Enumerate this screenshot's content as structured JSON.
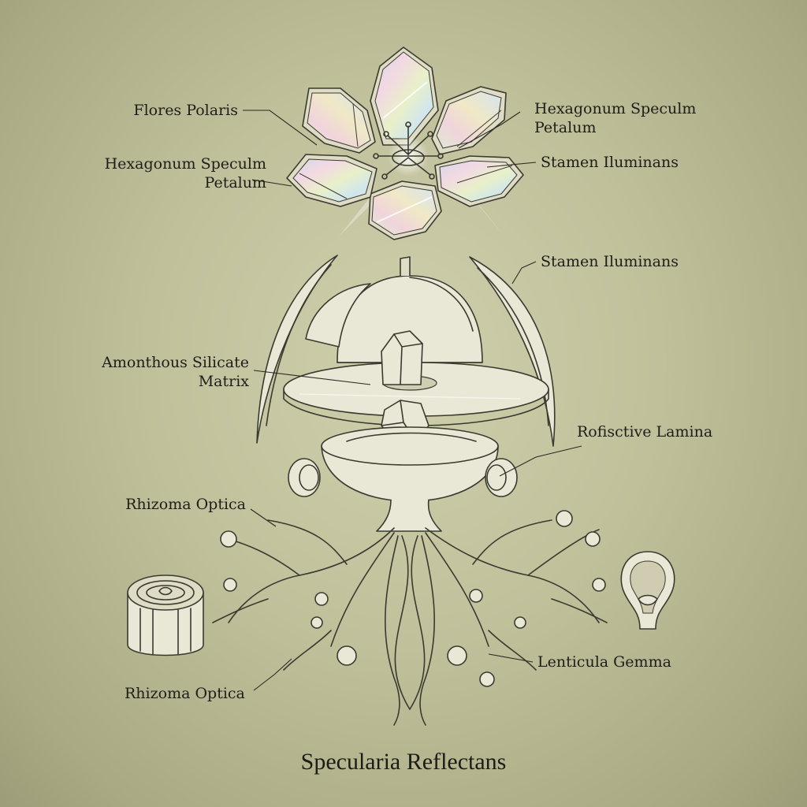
{
  "title": "Specularia Reflectans",
  "labels": {
    "flores_polaris": "Flores Polaris",
    "hex_petal_right_1": "Hexagonum Speculm",
    "hex_petal_right_2": "Petalum",
    "hex_petal_left_1": "Hexagonum Speculm",
    "hex_petal_left_2": "Petalum",
    "stamen_top": "Stamen Iluminans",
    "stamen_mid": "Stamen Iluminans",
    "amorphous_1": "Amonthous Silicate",
    "amorphous_2": "Matrix",
    "rofisctive": "Rofisctive Lamina",
    "rhizoma_upper": "Rhizoma Optica",
    "rhizoma_lower": "Rhizoma Optica",
    "lenticula": "Lenticula Gemma"
  },
  "colors": {
    "background": "#c0c09b",
    "ink": "#3a3a30",
    "paper": "#dedcc4"
  }
}
